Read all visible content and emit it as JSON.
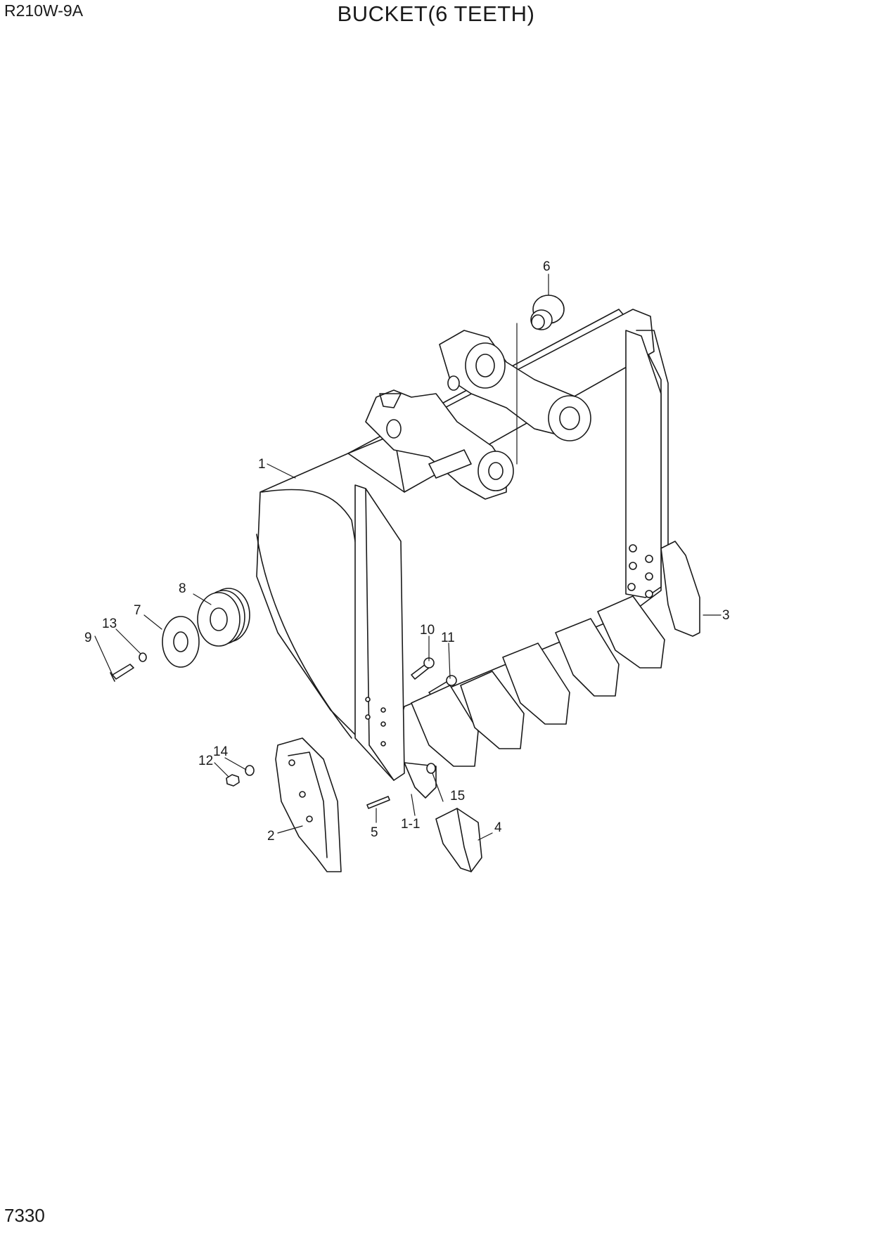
{
  "header": {
    "model": "R210W-9A",
    "title": "BUCKET(6 TEETH)"
  },
  "footer": {
    "page_number": "7330"
  },
  "callouts": {
    "c1": "1",
    "c1_1": "1-1",
    "c2": "2",
    "c3": "3",
    "c4": "4",
    "c5": "5",
    "c6": "6",
    "c7": "7",
    "c8": "8",
    "c9": "9",
    "c10": "10",
    "c11": "11",
    "c12": "12",
    "c13": "13",
    "c14": "14",
    "c15": "15"
  }
}
